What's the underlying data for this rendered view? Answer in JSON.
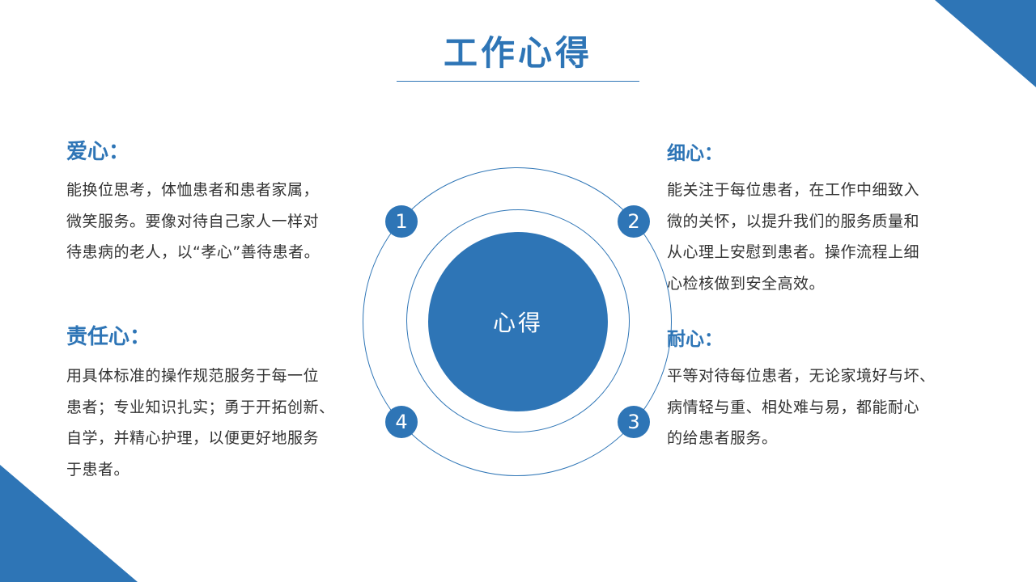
{
  "slide": {
    "title": "工作心得"
  },
  "center": {
    "label": "心得"
  },
  "badges": [
    "1",
    "2",
    "3",
    "4"
  ],
  "blocks": {
    "love": {
      "heading": "爱心：",
      "lines": [
        "能换位思考，体恤患者和患者家属，",
        "微笑服务。要像对待自己家人一样对",
        "待患病的老人，以“孝心”善待患者。"
      ]
    },
    "careful": {
      "heading": "细心：",
      "lines": [
        "能关注于每位患者，在工作中细致入",
        "微的关怀，以提升我们的服务质量和",
        "从心理上安慰到患者。操作流程上细",
        "心检核做到安全高效。"
      ]
    },
    "responsibility": {
      "heading": "责任心：",
      "lines": [
        "用具体标准的操作规范服务于每一位",
        "患者；专业知识扎实；勇于开拓创新、",
        "自学，并精心护理，以便更好地服务",
        "于患者。"
      ]
    },
    "patience": {
      "heading": "耐心：",
      "lines": [
        "平等对待每位患者，无论家境好与坏、",
        "病情轻与重、相处难与易，都能耐心",
        "的给患者服务。"
      ]
    }
  },
  "colors": {
    "accent": "#2e75b6",
    "body_text": "#333333",
    "background": "#ffffff"
  }
}
